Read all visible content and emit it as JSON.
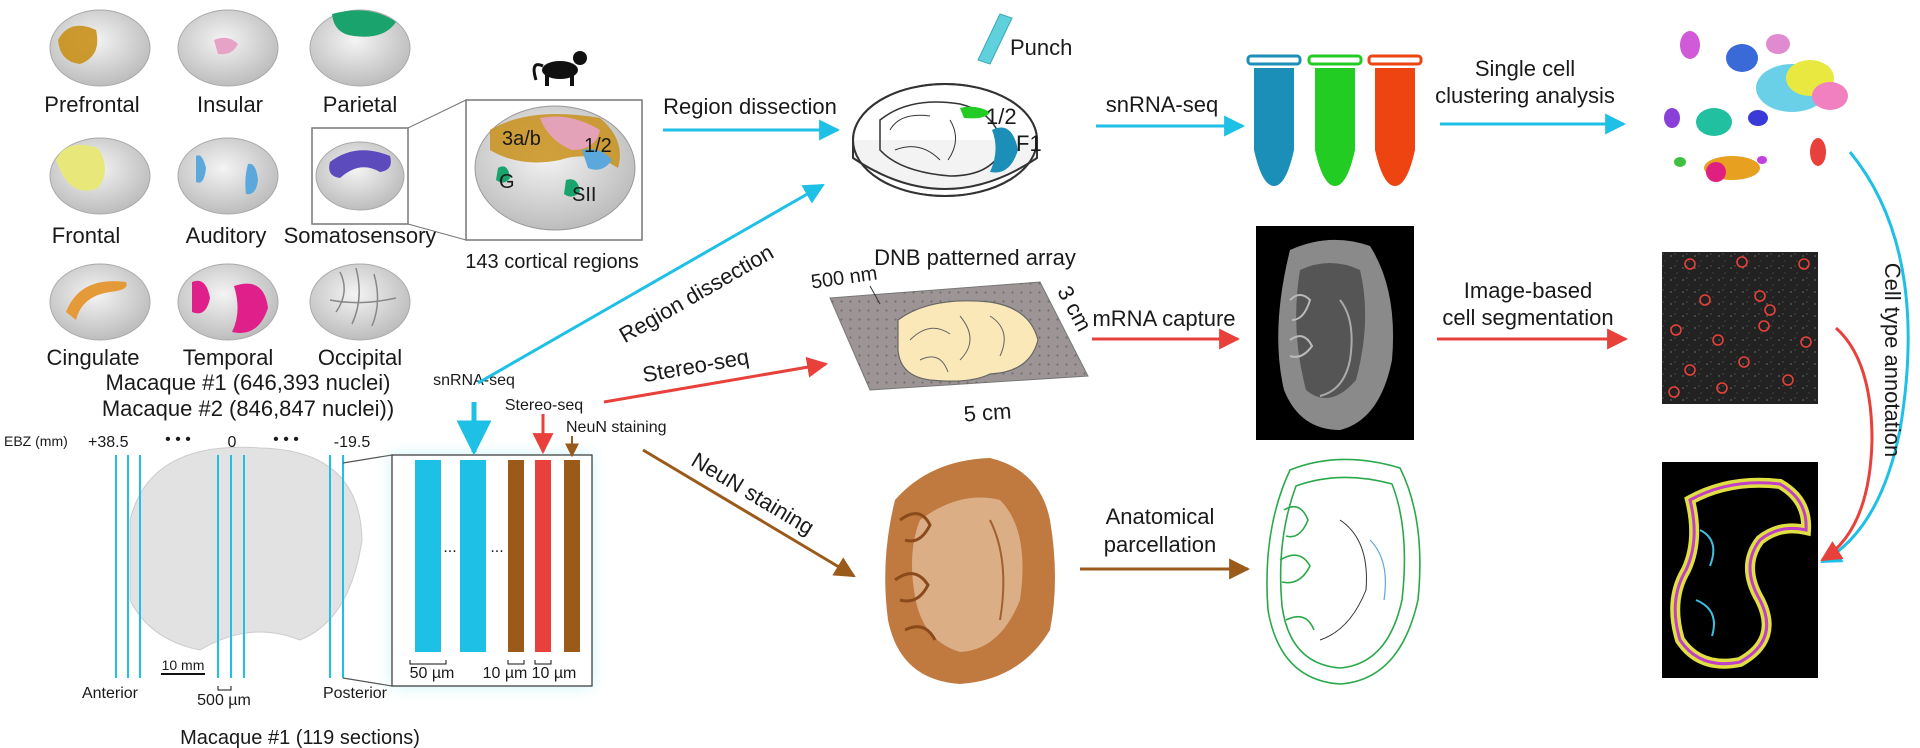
{
  "brain_icons": [
    {
      "label": "Prefrontal",
      "color": "#c8901a"
    },
    {
      "label": "Insular",
      "color": "#e7a3c6"
    },
    {
      "label": "Parietal",
      "color": "#1aa36c"
    },
    {
      "label": "Frontal",
      "color": "#e8e87a"
    },
    {
      "label": "Auditory",
      "color": "#5aa8dc"
    },
    {
      "label": "Somatosensory",
      "color": "#5b4bbd"
    },
    {
      "label": "Cingulate",
      "color": "#e59a3a"
    },
    {
      "label": "Temporal",
      "color": "#e0208a"
    },
    {
      "label": "Occipital",
      "color": "#9a9a9a"
    }
  ],
  "regions_zoom": {
    "labels": [
      "3a/b",
      "1/2",
      "G",
      "SII"
    ],
    "caption": "143 cortical regions"
  },
  "macaque_counts": [
    "Macaque #1 (646,393 nuclei)",
    "Macaque #2 (846,847 nuclei))"
  ],
  "ebz": {
    "label": "EBZ (mm)",
    "ticks": [
      "+38.5",
      "0",
      "-19.5"
    ],
    "dots": "• • •",
    "scale_bar": "10 mm",
    "spacing": "500 µm",
    "anterior": "Anterior",
    "posterior": "Posterior",
    "caption": "Macaque #1 (119 sections)"
  },
  "section_stack": {
    "arrow_labels": [
      "snRNA-seq",
      "Stereo-seq",
      "NeuN staining"
    ],
    "widths": [
      "50 µm",
      "10 µm",
      "10 µm"
    ],
    "ellipsis": "..."
  },
  "arrows": {
    "region_dissection_top": "Region dissection",
    "region_dissection_diag": "Region dissection",
    "stereo_seq": "Stereo-seq",
    "neun_staining": "NeuN staining",
    "snrna_seq": "snRNA-seq",
    "mrna_capture": "mRNA capture",
    "anatomical_1": "Anatomical",
    "anatomical_2": "parcellation",
    "single_cell_1": "Single cell",
    "single_cell_2": "clustering analysis",
    "image_seg_1": "Image-based",
    "image_seg_2": "cell segmentation",
    "cell_type": "Cell type annotation"
  },
  "dish": {
    "punch": "Punch",
    "label_12": "1/2",
    "label_f1": "F1"
  },
  "array": {
    "title": "DNB patterned array",
    "pitch": "500 nm",
    "height": "3 cm",
    "width": "5 cm"
  },
  "tubes": [
    {
      "color": "#1b8fb8"
    },
    {
      "color": "#22cc22"
    },
    {
      "color": "#ee4411"
    }
  ],
  "colors": {
    "cyan": "#1ec0e6",
    "red": "#e8403a",
    "brown": "#9a5a1a",
    "green": "#2aa84a"
  }
}
